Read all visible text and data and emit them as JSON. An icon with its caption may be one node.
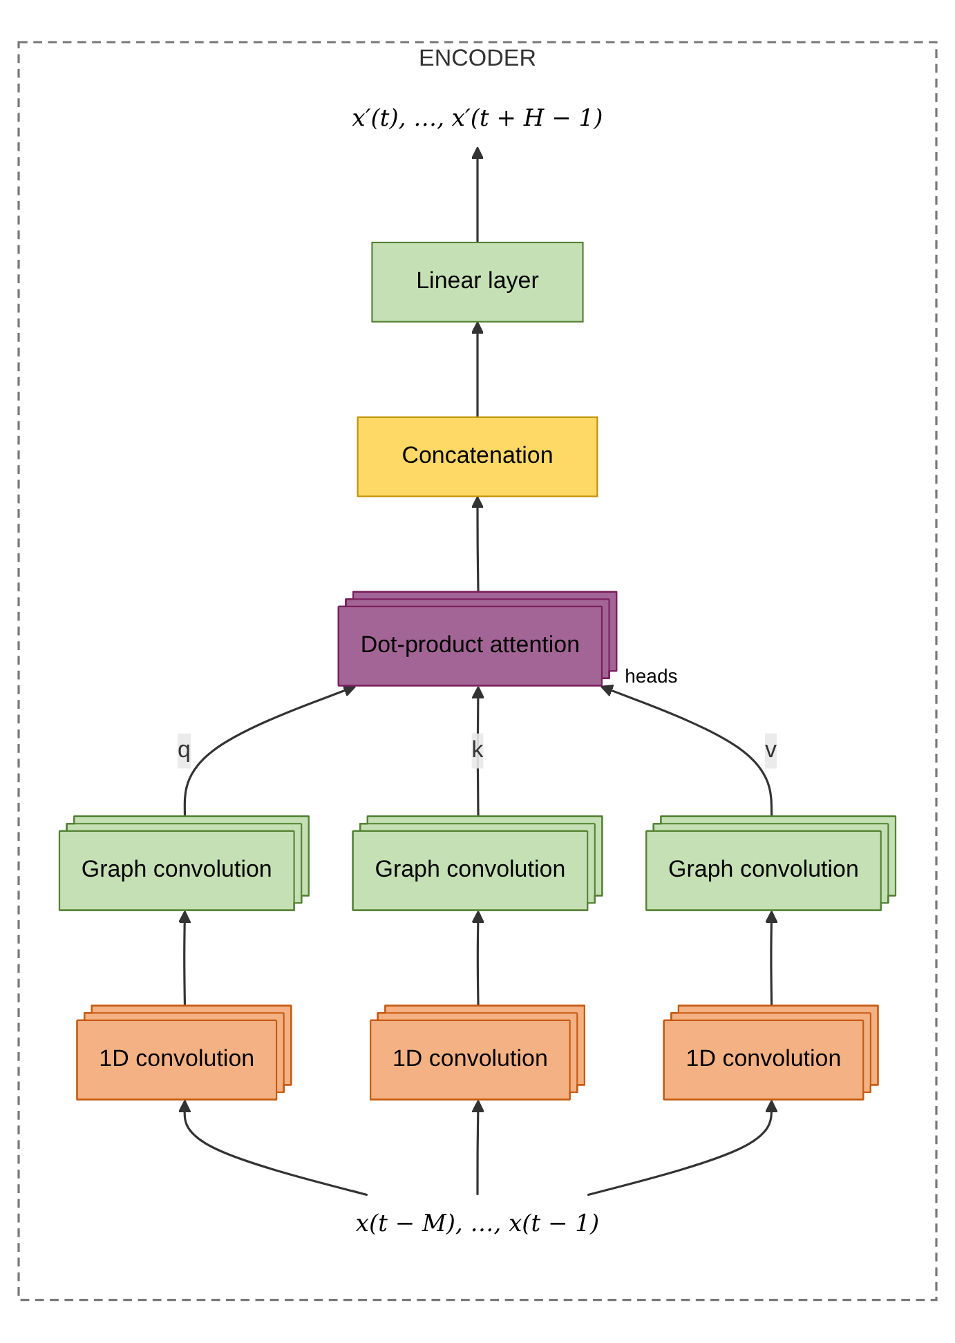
{
  "diagram": {
    "nodes": [
      {
        "text": [
          "ENCODER"
        ]
      },
      {
        "text": [
          "x′(t), …, x′(t + H − 1)"
        ],
        "in": 0
      },
      {
        "text": [
          "Linear layer"
        ],
        "in": 0
      },
      {
        "text": [
          "Concatenation"
        ],
        "in": 0
      },
      {
        "text": [
          "Dot-product attention"
        ],
        "beside": [
          "heads"
        ],
        "in": 0
      },
      {
        "text": [
          "Graph convolution"
        ],
        "in": 0
      },
      {
        "text": [
          "Graph convolution"
        ],
        "in": 0
      },
      {
        "text": [
          "Graph convolution"
        ],
        "in": 0
      },
      {
        "text": [
          "1D convolution"
        ],
        "in": 0
      },
      {
        "text": [
          "1D convolution"
        ],
        "in": 0
      },
      {
        "text": [
          "1D convolution"
        ],
        "in": 0
      },
      {
        "text": [
          "x(t − M), …, x(t − 1)"
        ],
        "in": 0
      }
    ],
    "edges": [
      {
        "from": 2,
        "to": 1,
        "arrow": "to"
      },
      {
        "from": 3,
        "to": 2,
        "arrow": "to"
      },
      {
        "from": 4,
        "to": 3,
        "arrow": "to"
      },
      {
        "from": 5,
        "to": 4,
        "arrow": "to",
        "label": "q"
      },
      {
        "from": 6,
        "to": 4,
        "arrow": "to",
        "label": "k"
      },
      {
        "from": 7,
        "to": 4,
        "arrow": "to",
        "label": "v"
      },
      {
        "from": 8,
        "to": 5,
        "arrow": "to"
      },
      {
        "from": 9,
        "to": 6,
        "arrow": "to"
      },
      {
        "from": 10,
        "to": 7,
        "arrow": "to"
      },
      {
        "from": 11,
        "to": 8,
        "arrow": "to"
      },
      {
        "from": 11,
        "to": 9,
        "arrow": "to"
      },
      {
        "from": 11,
        "to": 10,
        "arrow": "to"
      }
    ]
  }
}
